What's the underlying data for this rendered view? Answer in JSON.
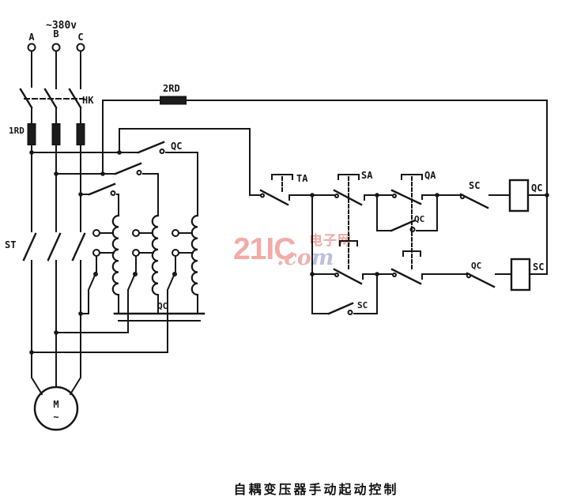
{
  "caption": "自耦变压器手动起动控制",
  "supply": {
    "voltage": "~380v",
    "phases": [
      "A",
      "B",
      "C"
    ]
  },
  "labels": {
    "hk": "HK",
    "fuse_1rd": "1RD",
    "fuse_2rd": "2RD",
    "qc_main": "QC",
    "qc_star": "QC",
    "st": "ST",
    "motor": "M",
    "motor_ac": "~",
    "ta": "TA",
    "sa": "SA",
    "qa": "QA",
    "qc_hold": "QC",
    "sc_nc": "SC",
    "qc_coil": "QC",
    "sc_hold": "SC",
    "qc_nc": "QC",
    "sc_coil": "SC"
  },
  "watermark": {
    "brand": "21IC",
    "site_cn": "电子网",
    "domain_head": ".co",
    "domain_tail": "m",
    "brand_color": "#f2aba7",
    "tail_color": "#bfc0de"
  },
  "colors": {
    "line": "#161616",
    "background": "#ffffff"
  }
}
